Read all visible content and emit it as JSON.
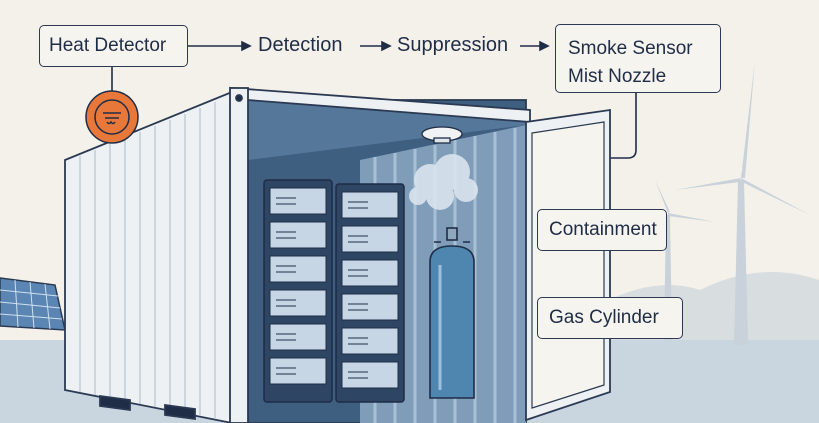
{
  "flow": {
    "heat_detector": "Heat Detector",
    "detection": "Detection",
    "suppression": "Suppression",
    "smoke_sensor": "Smoke Sensor",
    "mist_nozzle": "Mist Nozzle"
  },
  "labels": {
    "containment": "Containment",
    "gas_cylinder": "Gas Cylinder"
  },
  "colors": {
    "background": "#f4f1ea",
    "ink": "#1f2d47",
    "detector_orange": "#e8773a",
    "interior": "#3f5f80",
    "cylinder": "#4f86b0"
  },
  "icons": [
    "heat-detector-icon",
    "smoke-sensor-icon",
    "mist-cloud-icon",
    "server-rack-icon",
    "gas-cylinder-icon",
    "wind-turbine-icon",
    "solar-panel-icon"
  ]
}
